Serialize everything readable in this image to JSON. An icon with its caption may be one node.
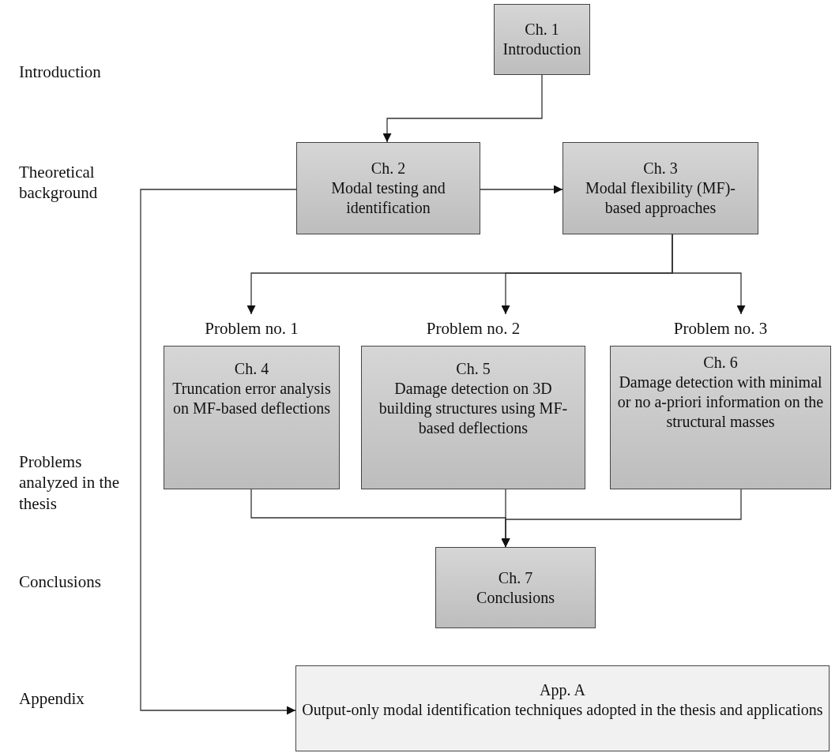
{
  "diagram": {
    "nodes": [
      {
        "text": [
          "Ch. 1",
          "Introduction"
        ]
      },
      {
        "text": [
          "Ch. 2",
          "Modal testing and identification"
        ]
      },
      {
        "text": [
          "Ch. 3",
          "Modal flexibility (MF)-based approaches"
        ]
      },
      {
        "text": [
          "Problem no. 1",
          "Ch. 4",
          "Truncation error analysis on MF-based deflections"
        ]
      },
      {
        "text": [
          "Problem no. 2",
          "Ch. 5",
          "Damage detection on 3D building structures using MF-based deflections"
        ]
      },
      {
        "text": [
          "Problem no. 3",
          "Ch. 6",
          "Damage detection with minimal or no a-priori information on the structural masses"
        ]
      },
      {
        "text": [
          "Ch. 7",
          "Conclusions"
        ]
      },
      {
        "text": [
          "App. A",
          "Output-only modal identification techniques adopted in the thesis and applications"
        ]
      }
    ],
    "edges": [
      {
        "from": 0,
        "to": 1,
        "arrow": "to"
      },
      {
        "from": 1,
        "to": 2,
        "arrow": "to"
      },
      {
        "from": 2,
        "to": 3,
        "arrow": "to"
      },
      {
        "from": 2,
        "to": 4,
        "arrow": "to"
      },
      {
        "from": 2,
        "to": 5,
        "arrow": "to"
      },
      {
        "from": 3,
        "to": 6,
        "arrow": "to"
      },
      {
        "from": 4,
        "to": 6,
        "arrow": "to"
      },
      {
        "from": 5,
        "to": 6,
        "arrow": "to"
      },
      {
        "from": 1,
        "to": 7,
        "arrow": "to"
      }
    ],
    "labels": [
      "Introduction",
      "Theoretical background",
      "Problems analyzed in the thesis",
      "Conclusions",
      "Appendix"
    ]
  }
}
